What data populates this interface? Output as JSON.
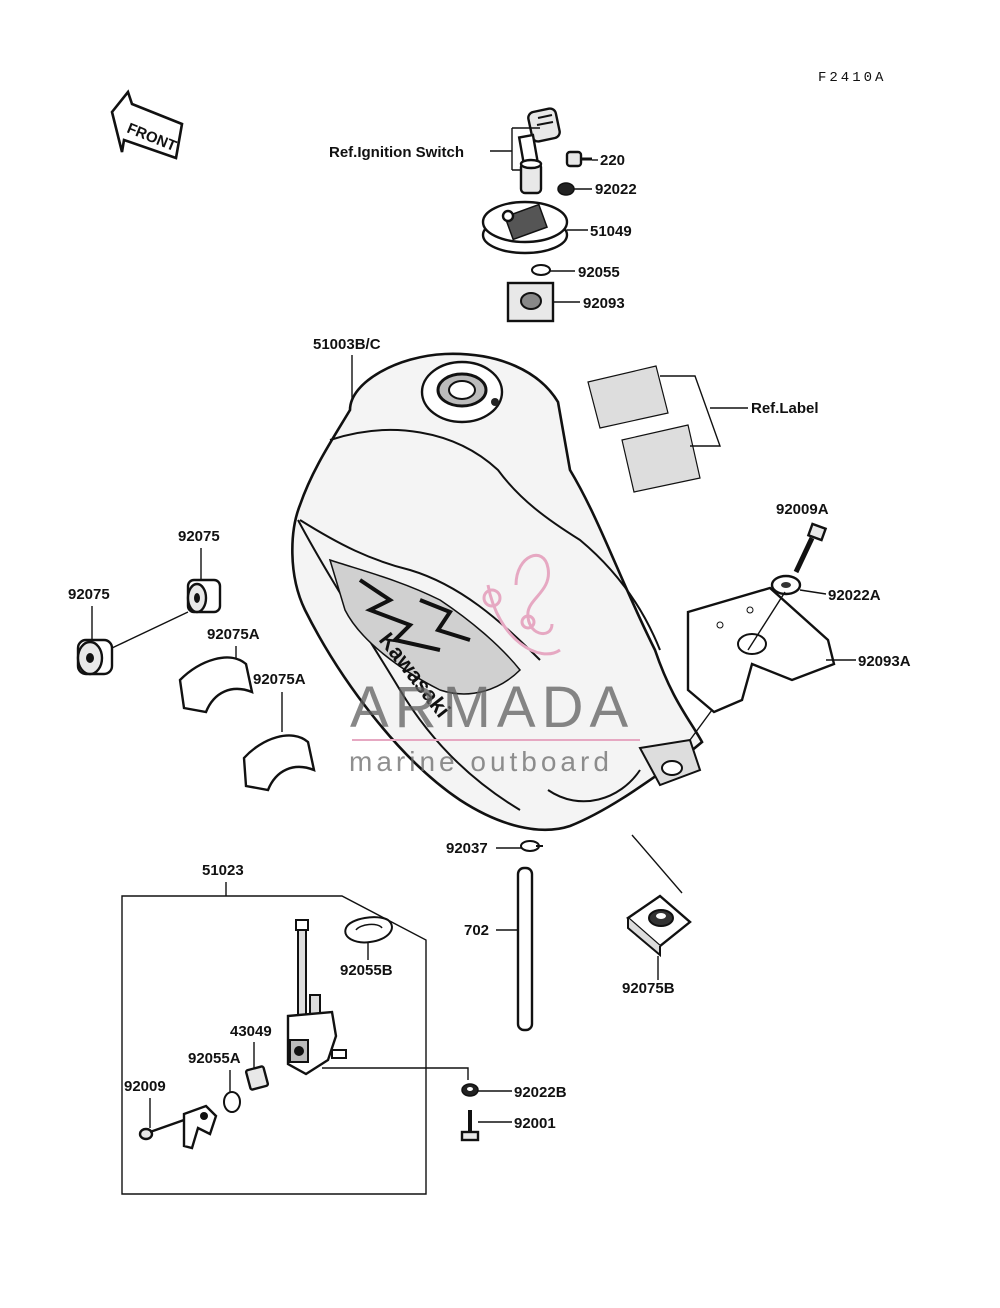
{
  "diagram_code": "F2410A",
  "front_arrow_label": "FRONT",
  "tank_brand": "Kawasaki",
  "watermark": {
    "brand": "ARMADA",
    "tagline": "marine outboard"
  },
  "labels": {
    "ref_ignition_switch": "Ref.Ignition Switch",
    "p220": "220",
    "p92022": "92022",
    "p51049": "51049",
    "p92055": "92055",
    "p92093": "92093",
    "p51003bc": "51003B/C",
    "ref_label": "Ref.Label",
    "p92009a": "92009A",
    "p92022a": "92022A",
    "p92093a": "92093A",
    "p92075_top": "92075",
    "p92075_left": "92075",
    "p92075a_1": "92075A",
    "p92075a_2": "92075A",
    "p92037": "92037",
    "p702": "702",
    "p92075b": "92075B",
    "p51023": "51023",
    "p92055b": "92055B",
    "p43049": "43049",
    "p92055a": "92055A",
    "p92009": "92009",
    "p92022b": "92022B",
    "p92001": "92001"
  }
}
